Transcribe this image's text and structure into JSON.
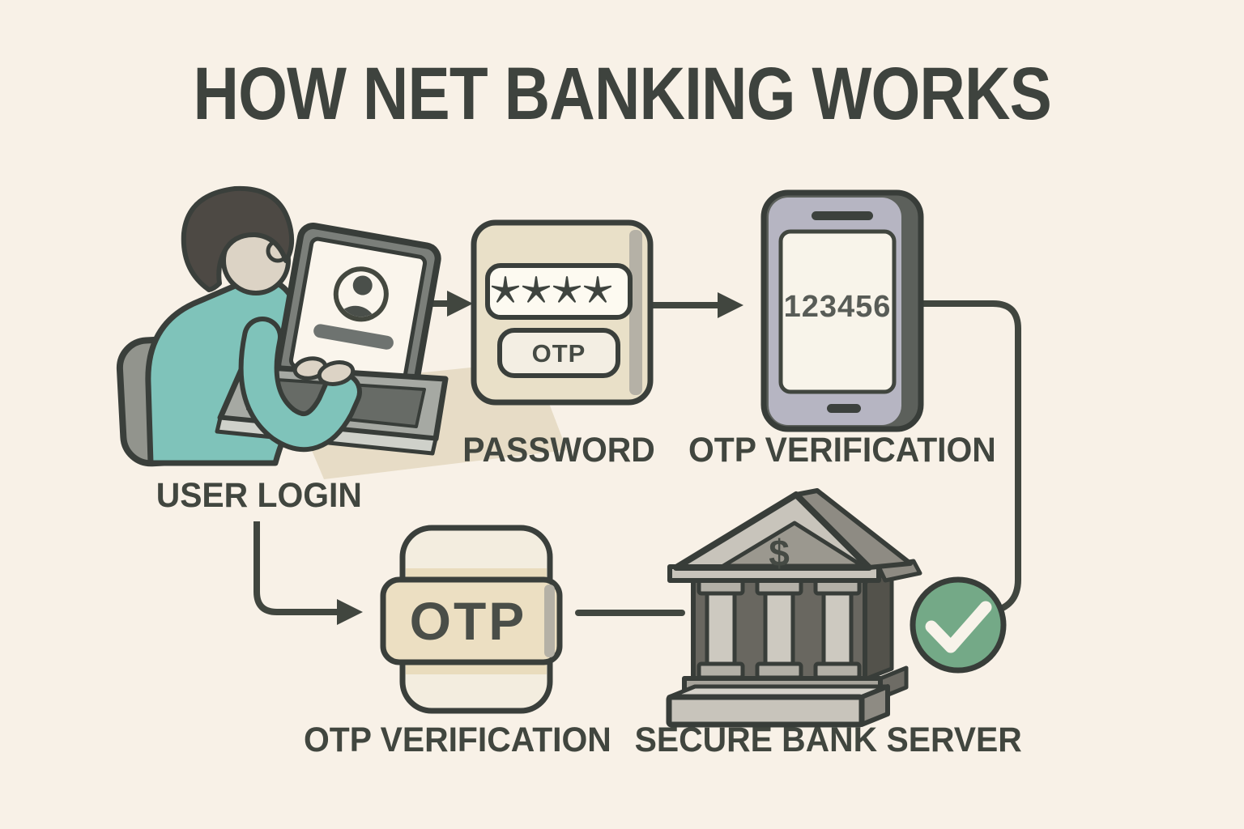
{
  "title": "HOW NET BANKING WORKS",
  "flow": {
    "user_login": {
      "label": "USER LOGIN"
    },
    "password": {
      "label": "PASSWORD",
      "masked_value": "✱✱✱✱",
      "otp_field": "OTP"
    },
    "otp_phone": {
      "label": "OTP VERIFICATION",
      "code": "123456"
    },
    "otp_card": {
      "label": "OTP VERIFICATION",
      "text": "OTP"
    },
    "bank_server": {
      "label": "SECURE BANK SERVER",
      "pediment_symbol": "$"
    }
  },
  "icons": {
    "user_login": "person-at-laptop-icon",
    "password": "password-card-icon",
    "otp_phone": "smartphone-icon",
    "otp_card": "otp-card-icon",
    "bank_server": "bank-building-icon",
    "verified": "check-icon"
  },
  "colors": {
    "background": "#f8f1e7",
    "outline_ink": "#3a3f3b",
    "label_text": "#41463f",
    "teal_shirt": "#7fc3ba",
    "beige_card": "#e9e0c8",
    "band_beige": "#ecdfc2",
    "cream_card": "#f3eddf",
    "check_green": "#74a987",
    "phone_lavender": "#b6b5c2",
    "screen_white": "#faf5ec"
  }
}
